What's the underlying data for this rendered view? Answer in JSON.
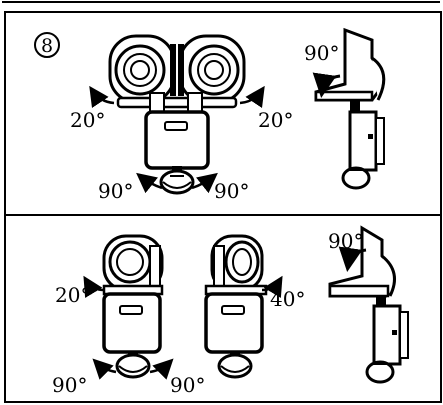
{
  "step_number": "8",
  "top_panel": {
    "left_rotation": "20°",
    "right_rotation": "20°",
    "sensor_left_rotation": "90°",
    "sensor_right_rotation": "90°",
    "side_tilt": "90°"
  },
  "bottom_panel": {
    "left_rotation": "20°",
    "middle_rotation": "40°",
    "sensor_left_rotation": "90°",
    "sensor_right_rotation": "90°",
    "side_tilt": "90°"
  }
}
